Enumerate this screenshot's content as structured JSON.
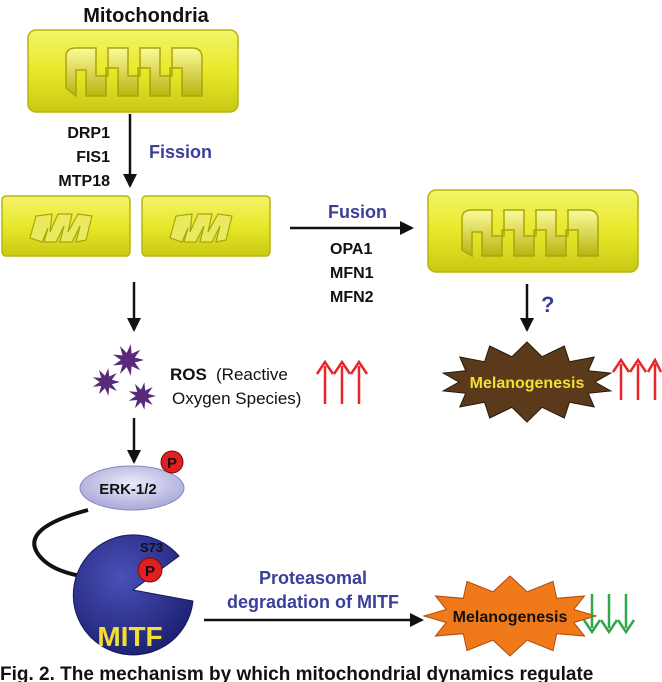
{
  "title": "Mitochondria",
  "fission": {
    "label": "Fission",
    "proteins": [
      "DRP1",
      "FIS1",
      "MTP18"
    ]
  },
  "fusion": {
    "label": "Fusion",
    "proteins": [
      "OPA1",
      "MFN1",
      "MFN2"
    ]
  },
  "question_mark": "?",
  "ros": {
    "abbr": "ROS",
    "full_line1": "(Reactive",
    "full_line2": "Oxygen Species)"
  },
  "erk": {
    "label": "ERK-1/2",
    "phospho": "P"
  },
  "mitf": {
    "label": "MITF",
    "phospho": "P",
    "site": "S73"
  },
  "proteasomal": {
    "line1": "Proteasomal",
    "line2": "degradation of MITF"
  },
  "melanogenesis_upper": "Melanogenesis",
  "melanogenesis_lower": "Melanogenesis",
  "caption": "Fig. 2. The mechanism by which mitochondrial dynamics regulate",
  "colors": {
    "mito_fill": "#e8e82a",
    "label_blue": "#3a3f9a",
    "up_arrow": "#e8262a",
    "down_arrow": "#2ea84a",
    "ros_star": "#5a2a7a",
    "mitf_blue": "#2a2f8a",
    "erk_fill": "#c8c8ea",
    "phospho_red": "#e02020",
    "upper_burst": "#5a3a1a",
    "lower_burst": "#f07a1a"
  }
}
